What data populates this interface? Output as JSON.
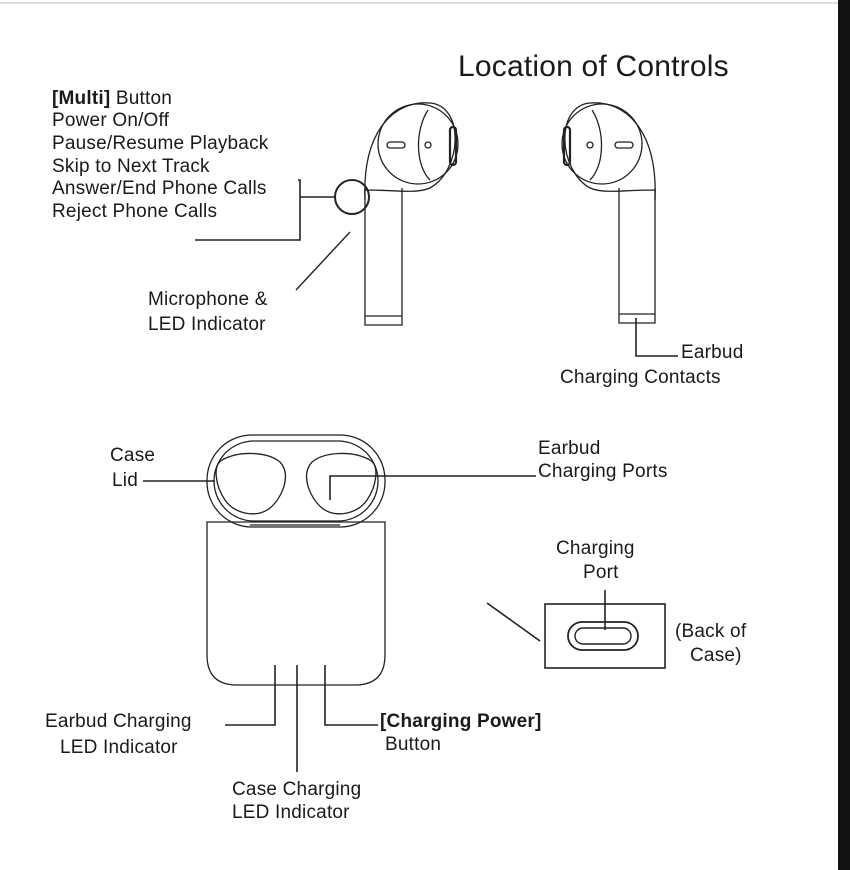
{
  "title": "Location of Controls",
  "multi_button": {
    "name": "[Multi]",
    "suffix": " Button",
    "functions": [
      "Power On/Off",
      "Pause/Resume Playback",
      "Skip to Next Track",
      "Answer/End Phone Calls",
      "Reject Phone Calls"
    ]
  },
  "microphone": [
    "Microphone &",
    "LED Indicator"
  ],
  "earbud_contacts": [
    "Earbud",
    "Charging Contacts"
  ],
  "case_lid": [
    "Case",
    "Lid"
  ],
  "charging_ports": [
    "Earbud",
    "Charging Ports"
  ],
  "charging_port": [
    "Charging",
    "Port"
  ],
  "back_of_case": [
    "(Back of",
    "Case)"
  ],
  "earbud_led": [
    "Earbud Charging",
    "LED Indicator"
  ],
  "charging_power": [
    "[Charging Power]",
    "Button"
  ],
  "case_led": [
    "Case Charging",
    "LED Indicator"
  ]
}
